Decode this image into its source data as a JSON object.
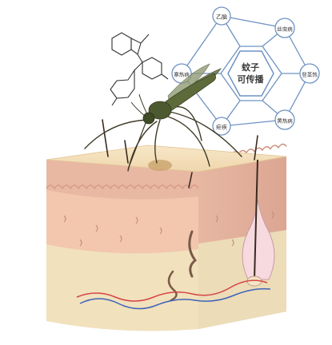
{
  "hub": {
    "line1": "蚊子",
    "line2": "可传播"
  },
  "diseases": [
    {
      "id": "encephalitis-b",
      "label": "乙脑"
    },
    {
      "id": "filariasis",
      "label": "丝虫病"
    },
    {
      "id": "dengue",
      "label": "登革热"
    },
    {
      "id": "yellow-fever",
      "label": "黄热病"
    },
    {
      "id": "malaria",
      "label": "疟疾"
    },
    {
      "id": "zika",
      "label": "寨热病"
    }
  ],
  "colors": {
    "network_stroke": "#6f93c3",
    "node_fill": "#ffffff",
    "skin_surface": "#f3deb8",
    "epidermis": "#e8b8a3",
    "dermis": "#f2c7ad",
    "subcutaneous": "#f1e1bd",
    "hair": "#3b2a1f",
    "mosquito_body": "#5d6a3a"
  }
}
